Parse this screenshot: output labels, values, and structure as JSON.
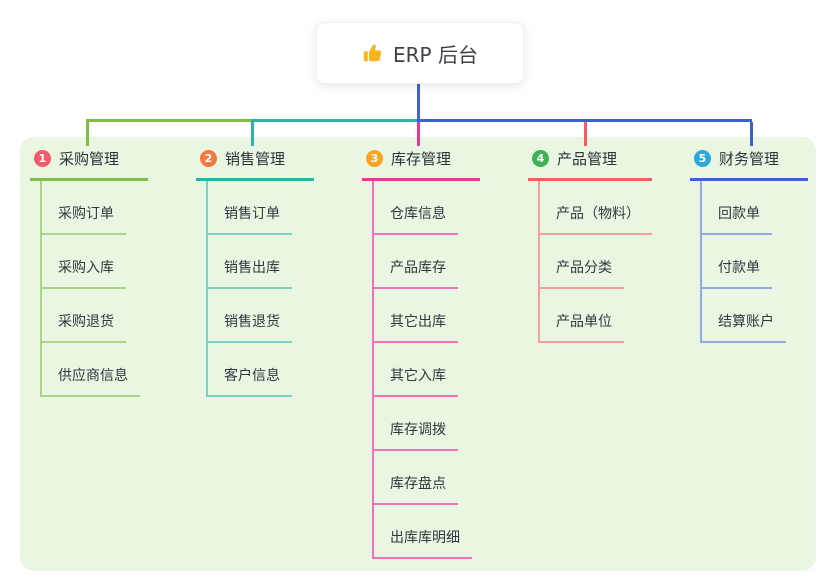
{
  "root": {
    "label": "ERP 后台",
    "icon": "thumbs-up",
    "stem_color": "#4161d8"
  },
  "panel_color": "#e9f6e2",
  "branches": [
    {
      "badge": "1",
      "label": "采购管理",
      "badge_color": "#f15b6c",
      "line_color": "#7fbe3f",
      "child_line_color": "#a9d587",
      "children": [
        "采购订单",
        "采购入库",
        "采购退货",
        "供应商信息"
      ]
    },
    {
      "badge": "2",
      "label": "销售管理",
      "badge_color": "#f3793f",
      "line_color": "#2cb3a6",
      "child_line_color": "#7fcfc7",
      "children": [
        "销售订单",
        "销售出库",
        "销售退货",
        "客户信息"
      ]
    },
    {
      "badge": "3",
      "label": "库存管理",
      "badge_color": "#f9a426",
      "line_color": "#e23a97",
      "child_line_color": "#f272b8",
      "children": [
        "仓库信息",
        "产品库存",
        "其它出库",
        "其它入库",
        "库存调拨",
        "库存盘点",
        "出库库明细"
      ]
    },
    {
      "badge": "4",
      "label": "产品管理",
      "badge_color": "#3eb156",
      "line_color": "#f35d5d",
      "child_line_color": "#f79d9d",
      "children": [
        "产品（物料）",
        "产品分类",
        "产品单位"
      ]
    },
    {
      "badge": "5",
      "label": "财务管理",
      "badge_color": "#2ba8dd",
      "line_color": "#3d5fd3",
      "child_line_color": "#93a8e6",
      "children": [
        "回款单",
        "付款单",
        "结算账户"
      ]
    }
  ]
}
